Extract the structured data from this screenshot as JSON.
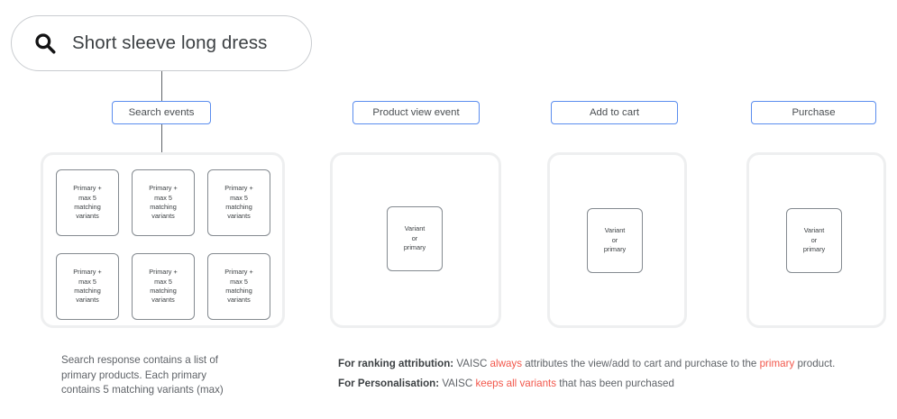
{
  "search": {
    "icon": "search-icon",
    "query": "Short sleeve long dress"
  },
  "stages": [
    {
      "id": "search-events",
      "label": "Search events"
    },
    {
      "id": "product-view-event",
      "label": "Product view event"
    },
    {
      "id": "add-to-cart",
      "label": "Add to cart"
    },
    {
      "id": "purchase",
      "label": "Purchase"
    }
  ],
  "search_results": {
    "cards": [
      {
        "l1": "Primary +",
        "l2": "max 5",
        "l3": "matching",
        "l4": "variants"
      },
      {
        "l1": "Primary +",
        "l2": "max 5",
        "l3": "matching",
        "l4": "variants"
      },
      {
        "l1": "Primary +",
        "l2": "max 5",
        "l3": "matching",
        "l4": "variants"
      },
      {
        "l1": "Primary +",
        "l2": "max 5",
        "l3": "matching",
        "l4": "variants"
      },
      {
        "l1": "Primary +",
        "l2": "max 5",
        "l3": "matching",
        "l4": "variants"
      },
      {
        "l1": "Primary +",
        "l2": "max 5",
        "l3": "matching",
        "l4": "variants"
      }
    ]
  },
  "variant_card": {
    "l1": "Variant",
    "l2": "or",
    "l3": "primary"
  },
  "captions": {
    "search": {
      "line1": "Search response contains a list of",
      "line2": "primary products. Each primary",
      "line3": "contains 5 matching variants (max)"
    }
  },
  "notes": {
    "ranking": {
      "label": "For ranking attribution:",
      "part1": " VAISC ",
      "highlight1": "always",
      "part2": " attributes the view/add to cart and purchase to the ",
      "highlight2": "primary",
      "part3": " product."
    },
    "personalisation": {
      "label": "For Personalisation:",
      "part1": " VAISC ",
      "highlight1": "keeps all variants",
      "part2": " that has been purchased"
    }
  },
  "colors": {
    "pill_border": "#5b8dee",
    "panel_border": "#eeeff0",
    "card_border": "#848a90",
    "highlight": "#f2574b",
    "text": "#3c4043",
    "muted_text": "#5f6368"
  }
}
